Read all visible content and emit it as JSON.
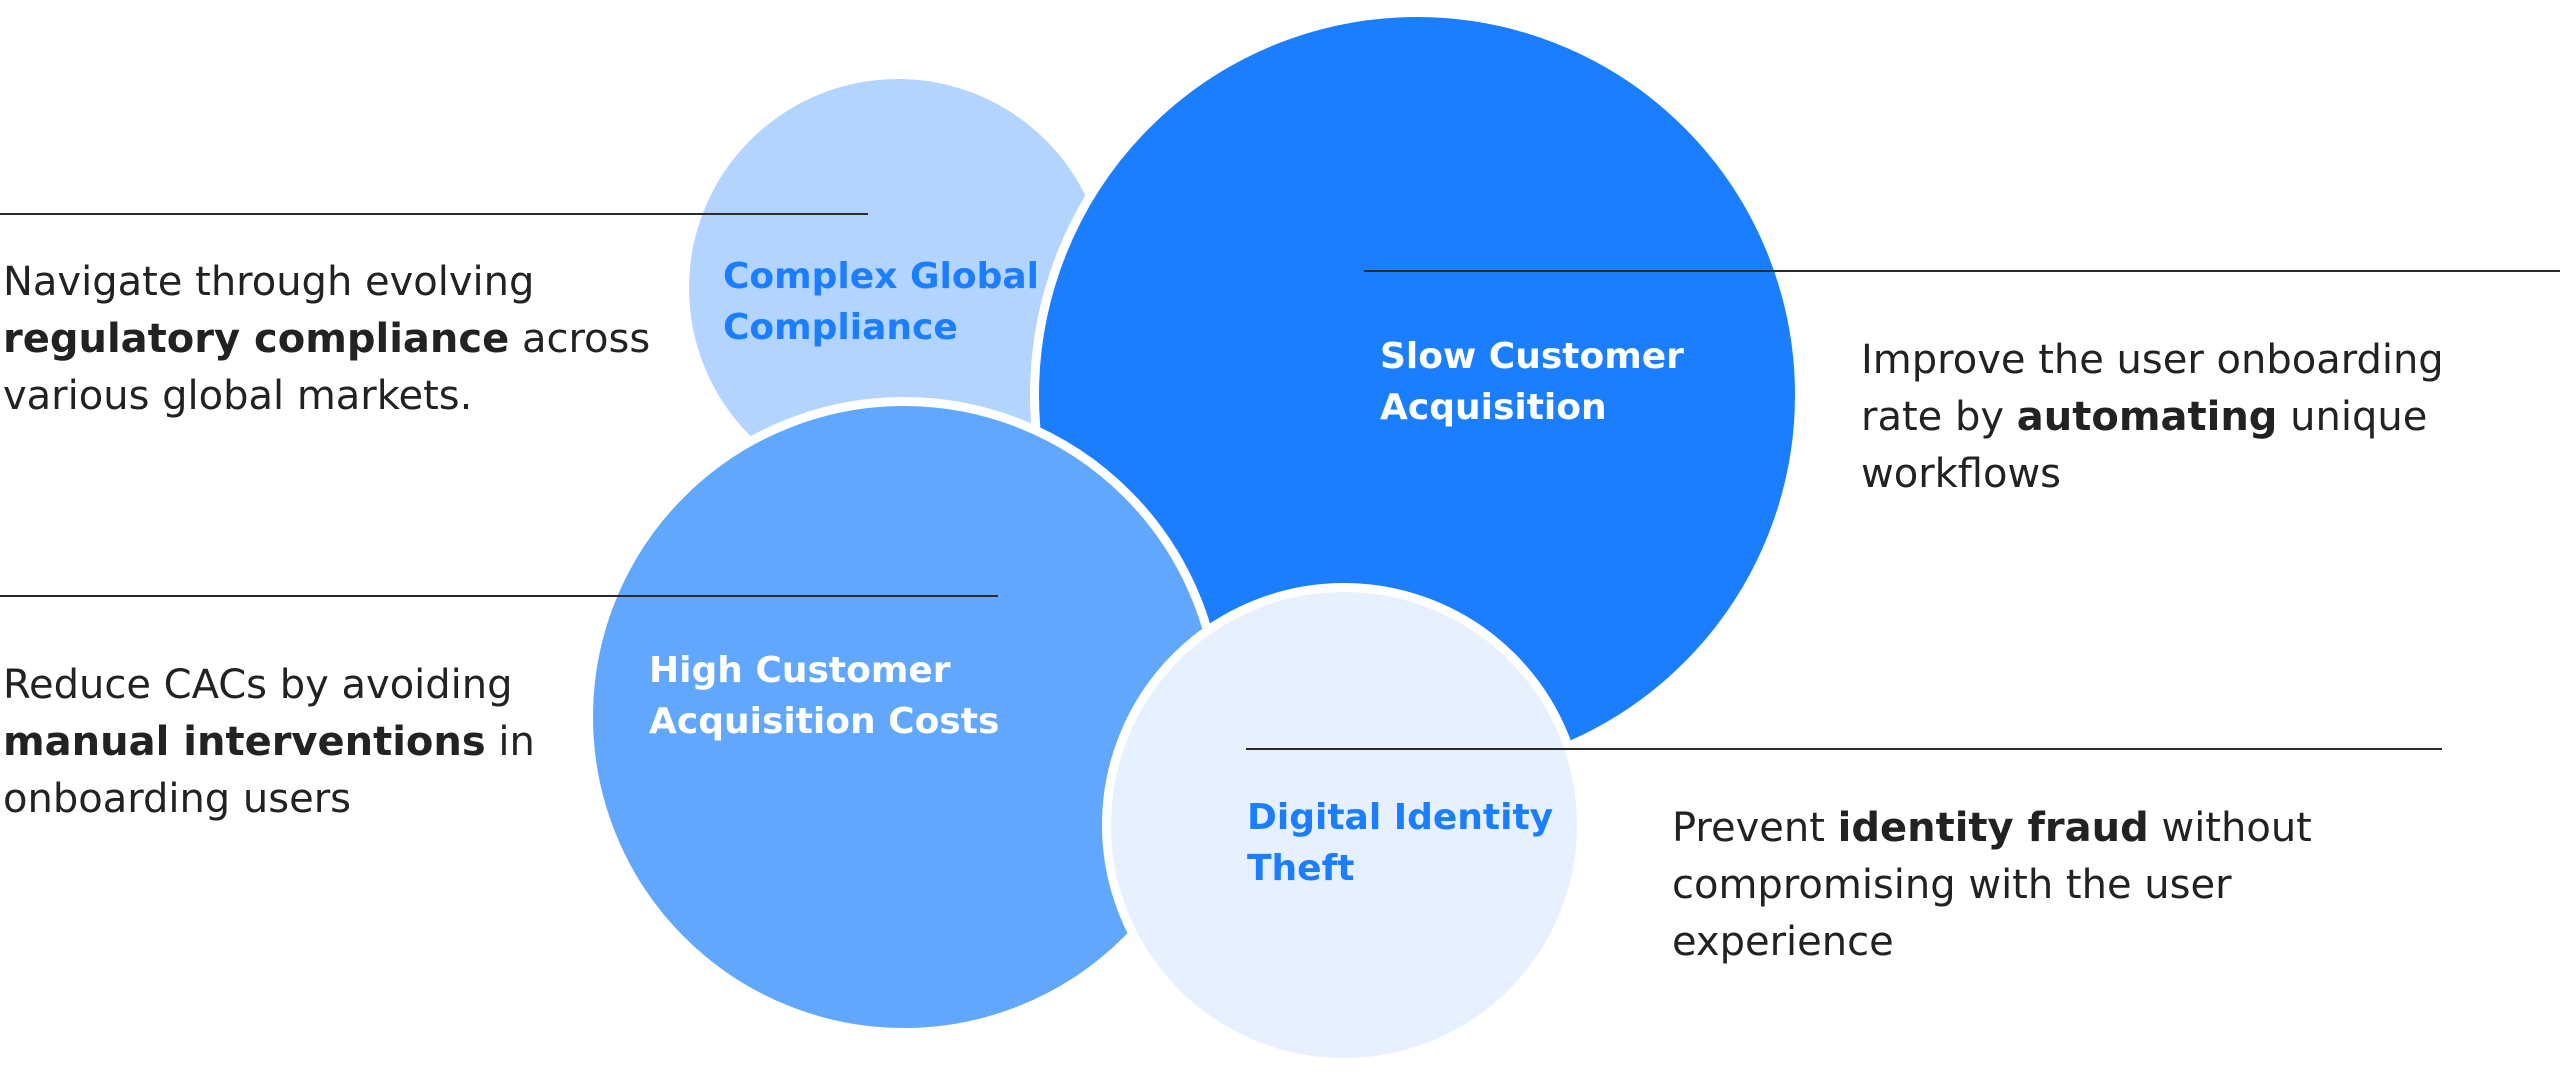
{
  "bubbles": {
    "compliance": {
      "line1": "Complex Global",
      "line2": "Compliance",
      "fill": "#b3d4ff",
      "text_color": "#1a7eff"
    },
    "slow": {
      "line1": "Slow Customer",
      "line2": "Acquisition",
      "fill": "#1a7eff",
      "text_color": "#ffffff"
    },
    "high": {
      "line1": "High Customer",
      "line2": "Acquisition Costs",
      "fill": "#61a7fd",
      "text_color": "#ffffff"
    },
    "theft": {
      "line1": "Digital Identity",
      "line2": "Theft",
      "fill": "#e6f0fe",
      "text_color": "#1a7eff"
    }
  },
  "descriptions": {
    "compliance": {
      "l1": "Navigate through evolving",
      "l2_bold": "regulatory compliance",
      "l2_rest": " across",
      "l3": "various global markets."
    },
    "slow": {
      "l1": "Improve the user onboarding",
      "l2_pre": "rate by ",
      "l2_bold": "automating",
      "l2_rest": " unique",
      "l3": "workflows"
    },
    "high": {
      "l1": "Reduce CACs by avoiding",
      "l2_bold": "manual interventions",
      "l2_rest": " in",
      "l3": "onboarding users"
    },
    "theft": {
      "l1_pre": "Prevent ",
      "l1_bold": "identity fraud",
      "l1_rest": " without",
      "l2": "compromising with the user",
      "l3": "experience"
    }
  }
}
